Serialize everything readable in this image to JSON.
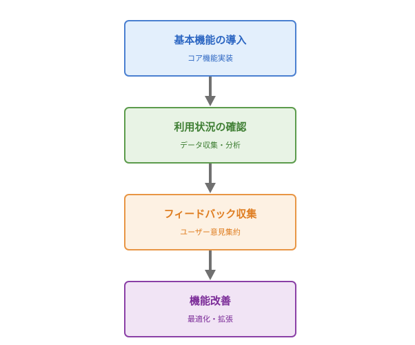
{
  "steps": [
    {
      "title": "基本機能の導入",
      "subtitle": "コア機能実装",
      "border": "#4a7fd0",
      "fill": "#e3effc",
      "text": "#2c66c2"
    },
    {
      "title": "利用状況の確認",
      "subtitle": "データ収集・分析",
      "border": "#5b9b4b",
      "fill": "#e8f3e5",
      "text": "#3f7f34"
    },
    {
      "title": "フィードバック収集",
      "subtitle": "ユーザー意見集約",
      "border": "#e89544",
      "fill": "#fdf1e3",
      "text": "#df7e22"
    },
    {
      "title": "機能改善",
      "subtitle": "最適化・拡張",
      "border": "#8a3fa6",
      "fill": "#f1e4f5",
      "text": "#7a2a97"
    }
  ],
  "connector_color": "#707070"
}
